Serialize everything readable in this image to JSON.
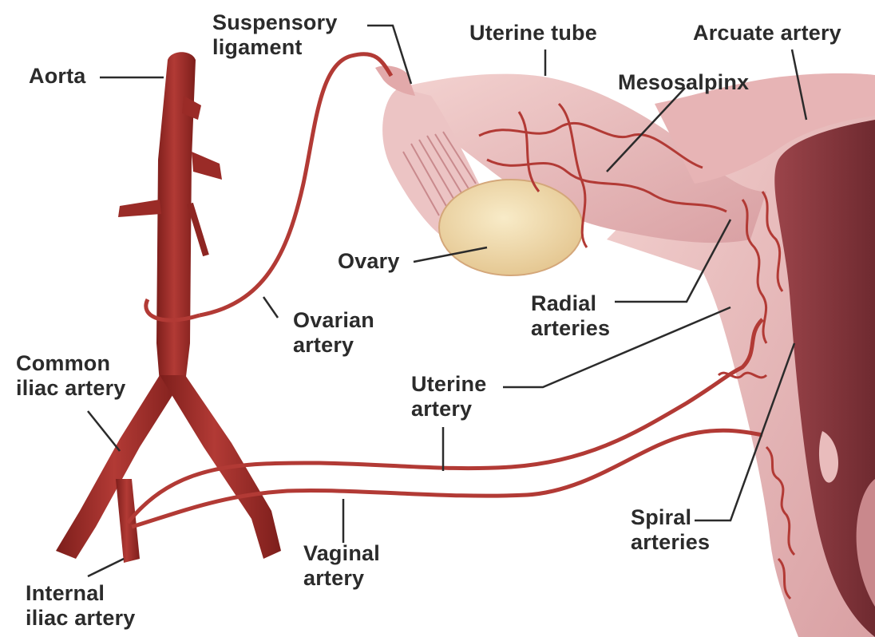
{
  "labels": {
    "aorta": "Aorta",
    "suspensory_ligament": [
      "Suspensory",
      "ligament"
    ],
    "uterine_tube": "Uterine tube",
    "arcuate_artery": "Arcuate artery",
    "mesosalpinx": "Mesosalpinx",
    "ovary": "Ovary",
    "radial_arteries": [
      "Radial",
      "arteries"
    ],
    "ovarian_artery": [
      "Ovarian",
      "artery"
    ],
    "common_iliac_artery": [
      "Common",
      "iliac artery"
    ],
    "uterine_artery": [
      "Uterine",
      "artery"
    ],
    "spiral_arteries": [
      "Spiral",
      "arteries"
    ],
    "vaginal_artery": [
      "Vaginal",
      "artery"
    ],
    "internal_iliac_artery": [
      "Internal",
      "iliac artery"
    ]
  },
  "colors": {
    "artery": "#a8302c",
    "artery_dark": "#7d1e1b",
    "tissue": "#e9bcbc",
    "tissue_dark": "#d49a9c",
    "ovary": "#f0d9a6",
    "uterine_lining": "#8a3b40",
    "leader_line": "#2b2b2b"
  }
}
